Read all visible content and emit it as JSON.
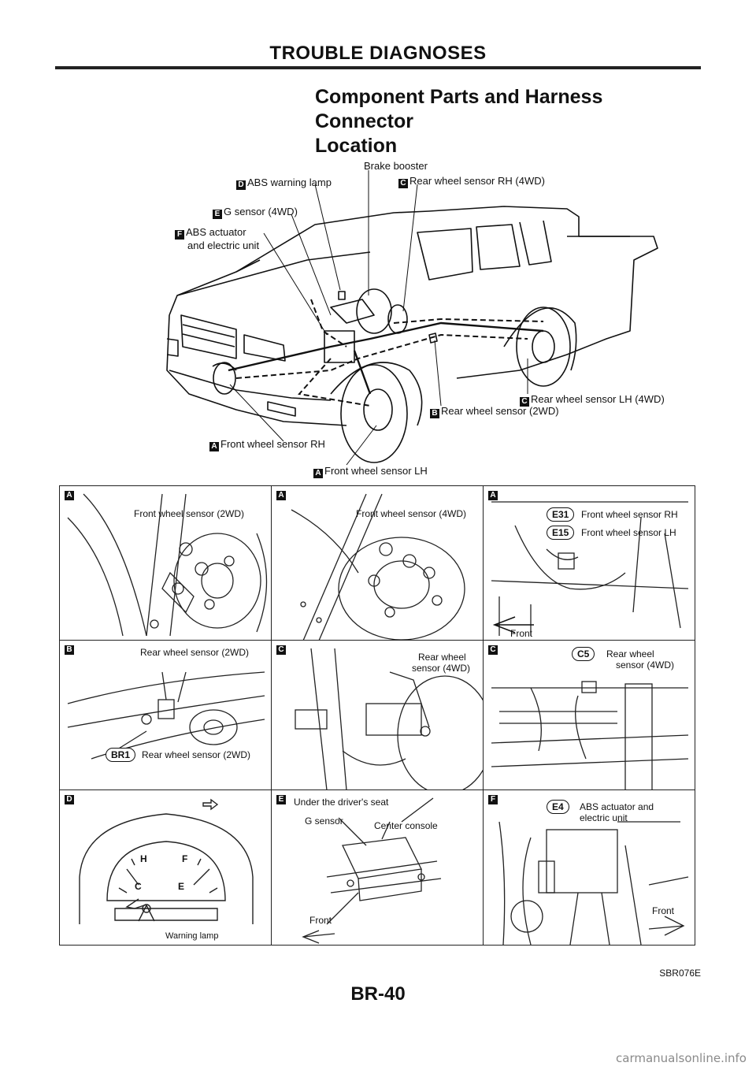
{
  "header": {
    "title": "TROUBLE DIAGNOSES"
  },
  "section": {
    "title_line1": "Component Parts and Harness Connector",
    "title_line2": "Location"
  },
  "overview": {
    "labels": {
      "brake_booster": "Brake booster",
      "abs_warning_lamp": "ABS warning lamp",
      "rear_rh_4wd": "Rear wheel sensor RH (4WD)",
      "g_sensor": "G sensor (4WD)",
      "actuator_line1": "ABS actuator",
      "actuator_line2": "and electric unit",
      "rear_lh_4wd": "Rear wheel sensor LH (4WD)",
      "rear_2wd": "Rear wheel sensor (2WD)",
      "front_rh": "Front wheel sensor RH",
      "front_lh": "Front wheel sensor LH"
    },
    "tags": {
      "a": "A",
      "b": "B",
      "c": "C",
      "d": "D",
      "e": "E",
      "f": "F"
    }
  },
  "panels": [
    {
      "tag": "A",
      "labels": [
        "Front wheel sensor (2WD)"
      ]
    },
    {
      "tag": "A",
      "labels": [
        "Front wheel sensor (4WD)"
      ]
    },
    {
      "tag": "A",
      "labels": [
        "Front wheel sensor RH",
        "Front wheel sensor LH",
        "Front"
      ],
      "connectors": [
        "E31",
        "E15"
      ]
    },
    {
      "tag": "B",
      "labels": [
        "Rear wheel sensor (2WD)",
        "Rear wheel sensor (2WD)"
      ],
      "connectors": [
        "BR1"
      ]
    },
    {
      "tag": "C",
      "labels": [
        "Rear wheel",
        "sensor (4WD)"
      ]
    },
    {
      "tag": "C",
      "labels": [
        "Rear wheel",
        "sensor (4WD)"
      ],
      "connectors": [
        "C5"
      ]
    },
    {
      "tag": "D",
      "labels": [
        "Warning lamp"
      ],
      "gauge": [
        "H",
        "C",
        "F",
        "E"
      ]
    },
    {
      "tag": "E",
      "labels": [
        "Under the driver's seat",
        "G sensor",
        "Center console",
        "Front"
      ]
    },
    {
      "tag": "F",
      "labels": [
        "ABS actuator and",
        "electric unit",
        "Front"
      ],
      "connectors": [
        "E4"
      ]
    }
  ],
  "figure_code": "SBR076E",
  "page_number": "BR-40",
  "watermark": "carmanualsonline.info"
}
